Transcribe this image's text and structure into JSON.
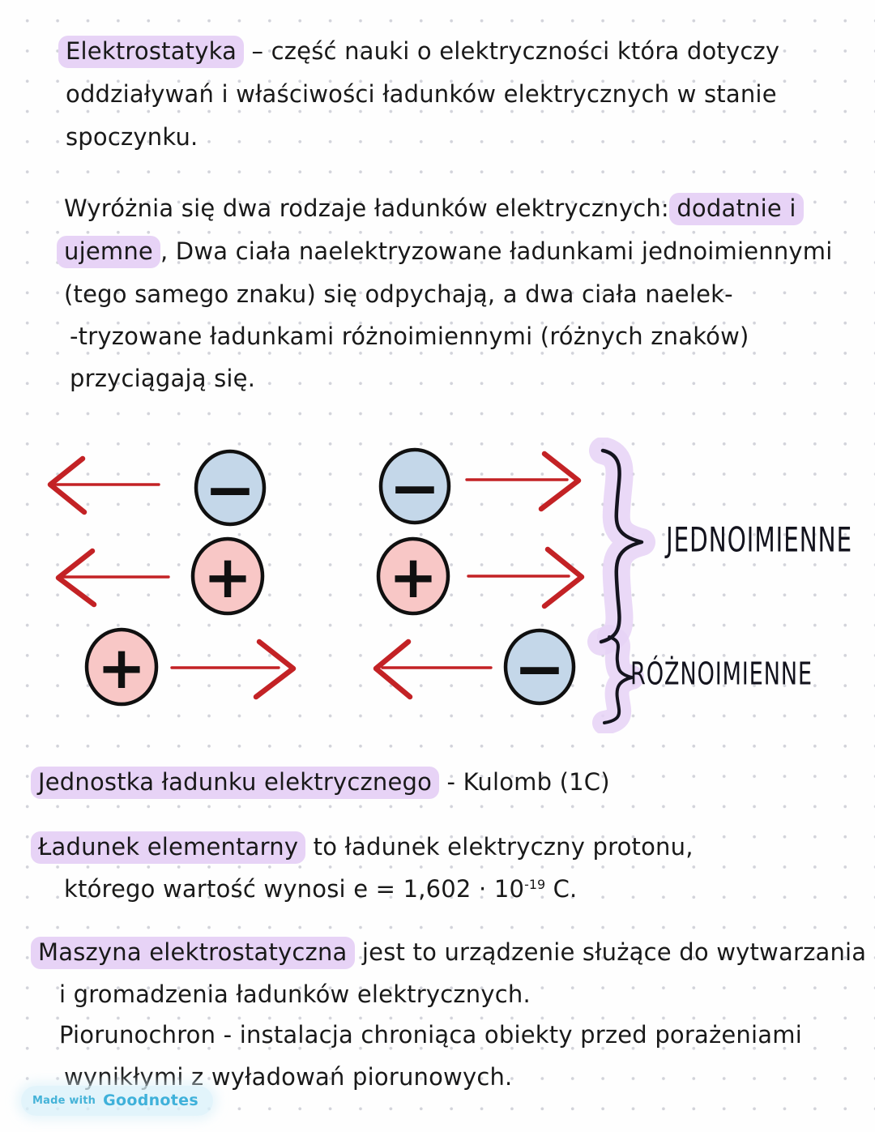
{
  "page": {
    "ink_color": "#191919",
    "dot_color": "#d2d3da",
    "highlight_color": "#e7d3f6"
  },
  "notes": {
    "p1": {
      "term": "Elektrostatyka",
      "line1_rest": " – część nauki o elektryczności która dotyczy",
      "line2": "oddziaływań i właściwości ładunków elektrycznych w stanie",
      "line3": "spoczynku."
    },
    "p2": {
      "line1_pre": "Wyróżnia się dwa rodzaje ładunków elektrycznych: ",
      "line1_hl": "dodatnie i",
      "line2_hl": "ujemne",
      "line2_rest": ", Dwa ciała naelektryzowane ładunkami jednoimiennymi",
      "line3": "(tego samego znaku) się odpychają, a dwa ciała naelek-",
      "line4": "-tryzowane ładunkami różnoimiennymi (różnych znaków)",
      "line5": "przyciągają się."
    },
    "unit": {
      "hl": "Jednostka ładunku elektrycznego",
      "rest": " - Kulomb (1C)"
    },
    "elementary": {
      "hl": "Ładunek elementarny",
      "rest": " to ładunek elektryczny protonu,",
      "line2_pre": "którego wartość wynosi  e = 1,602 · 10",
      "exponent": "-19",
      "line2_post": " C."
    },
    "machine": {
      "hl": "Maszyna elektrostatyczna",
      "rest": " jest to urządzenie służące do wytwarzania",
      "line2": "i gromadzenia ładunków elektrycznych."
    },
    "lightning_rod": {
      "line1": "Piorunochron - instalacja chroniąca obiekty przed porażeniami",
      "line2": "wynikłymi z wyładowań piorunowych."
    }
  },
  "diagram": {
    "plus": "+",
    "minus": "−",
    "label_same": "JEDNOIMIENNE",
    "label_different": "RÓŻNOIMIENNE",
    "colors": {
      "negative_fill": "#c4d7e9",
      "positive_fill": "#f8c7c6",
      "circle_stroke": "#101010",
      "arrow": "#c32225",
      "brace_ink": "#14141e",
      "brace_highlight": "#e6d2f6"
    },
    "rows": [
      {
        "charges": [
          "−",
          "−"
        ],
        "arrows": [
          "left",
          "right"
        ],
        "meaning": "like negative charges repel"
      },
      {
        "charges": [
          "+",
          "+"
        ],
        "arrows": [
          "left",
          "right"
        ],
        "meaning": "like positive charges repel"
      },
      {
        "charges": [
          "+",
          "−"
        ],
        "arrows": [
          "right",
          "left"
        ],
        "meaning": "opposite charges attract"
      }
    ]
  },
  "watermark": {
    "prefix": "Made with",
    "brand": "Goodnotes"
  }
}
